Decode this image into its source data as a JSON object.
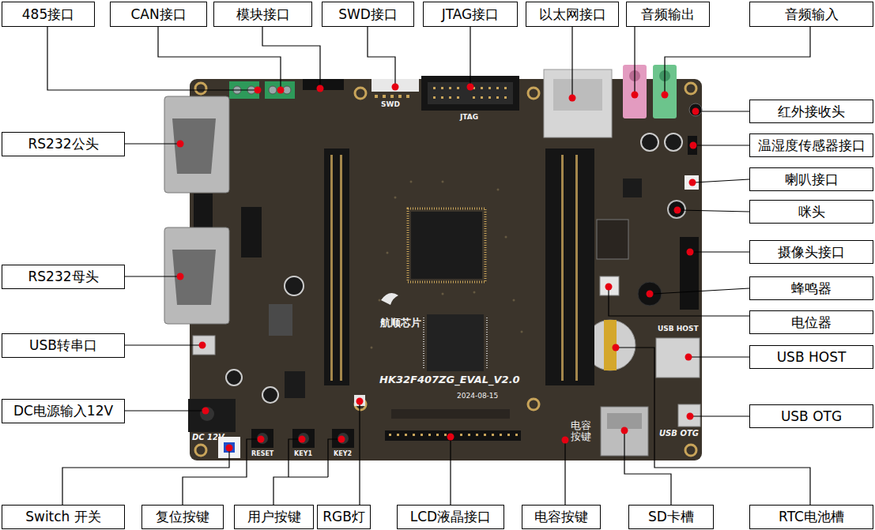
{
  "diagram": {
    "nodes": [
      {
        "text": [
          "485接口"
        ]
      },
      {
        "text": [
          "CAN接口"
        ]
      },
      {
        "text": [
          "模块接口"
        ]
      },
      {
        "text": [
          "SWD接口"
        ]
      },
      {
        "text": [
          "JTAG接口"
        ]
      },
      {
        "text": [
          "以太网接口"
        ]
      },
      {
        "text": [
          "音频输出"
        ]
      },
      {
        "text": [
          "音频输入"
        ]
      },
      {
        "text": [
          "RS232公头"
        ]
      },
      {
        "text": [
          "RS232母头"
        ]
      },
      {
        "text": [
          "USB转串口"
        ]
      },
      {
        "text": [
          "DC电源输入12V"
        ]
      },
      {
        "text": [
          "红外接收头"
        ]
      },
      {
        "text": [
          "温湿度传感器接口"
        ]
      },
      {
        "text": [
          "喇叭接口"
        ]
      },
      {
        "text": [
          "咪头"
        ]
      },
      {
        "text": [
          "摄像头接口"
        ]
      },
      {
        "text": [
          "蜂鸣器"
        ]
      },
      {
        "text": [
          "电位器"
        ]
      },
      {
        "text": [
          "USB HOST"
        ]
      },
      {
        "text": [
          "USB OTG"
        ]
      },
      {
        "text": [
          "Switch 开关"
        ]
      },
      {
        "text": [
          "复位按键"
        ]
      },
      {
        "text": [
          "用户按键"
        ]
      },
      {
        "text": [
          "RGB灯"
        ]
      },
      {
        "text": [
          "LCD液晶接口"
        ]
      },
      {
        "text": [
          "电容按键"
        ]
      },
      {
        "text": [
          "SD卡槽"
        ]
      },
      {
        "text": [
          "RTC电池槽"
        ]
      }
    ],
    "labels": [
      "HK32F407ZG_EVAL_V2.0",
      "2024-08-15",
      "航顺芯片",
      "DC 12V",
      "RESET",
      "KEY1",
      "KEY2",
      "USB HOST",
      "USB OTG",
      "电容 按键",
      "JTAG",
      "SWD"
    ]
  }
}
